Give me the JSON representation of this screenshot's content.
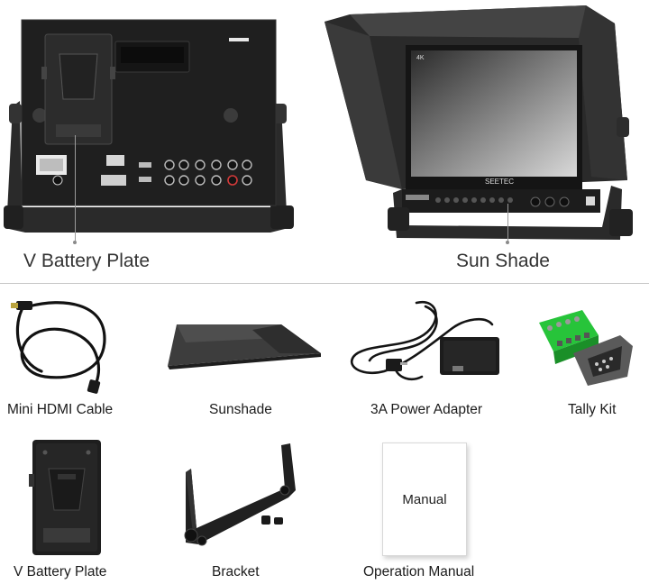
{
  "top": {
    "left_caption": "V Battery Plate",
    "right_caption": "Sun Shade",
    "monitor_badge": "4K",
    "monitor_brand": "SEETEC"
  },
  "accessories": [
    {
      "name": "mini-hdmi-cable",
      "label": "Mini HDMI Cable"
    },
    {
      "name": "sunshade",
      "label": "Sunshade"
    },
    {
      "name": "power-adapter",
      "label": "3A Power Adapter"
    },
    {
      "name": "tally-kit",
      "label": "Tally Kit"
    },
    {
      "name": "v-battery-plate",
      "label": "V Battery Plate"
    },
    {
      "name": "bracket",
      "label": "Bracket"
    },
    {
      "name": "operation-manual",
      "label": "Operation Manual"
    }
  ],
  "manual_cover_text": "Manual",
  "colors": {
    "divider": "#c8c8c8",
    "product_dark": "#1e1e1e",
    "terminal_green": "#27c43a"
  }
}
